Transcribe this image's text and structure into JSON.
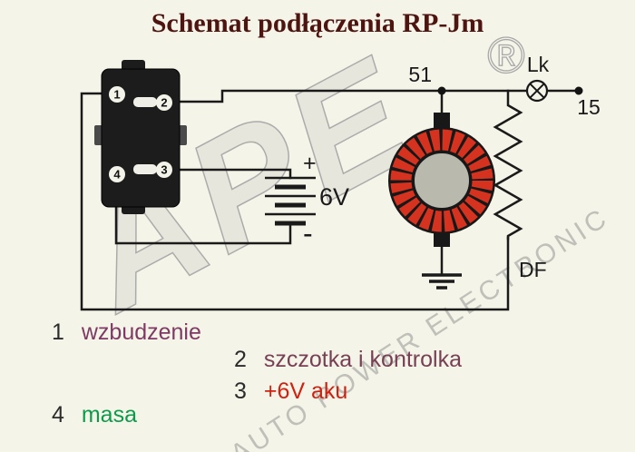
{
  "title": {
    "text": "Schemat podłączenia RP-Jm",
    "color": "#4e1410"
  },
  "watermark": {
    "brand": "APE",
    "registered": "®",
    "tagline": "AUTO POWER ELECTRONIC"
  },
  "schematic": {
    "terminals": {
      "t1": "1",
      "t2": "2",
      "t3": "3",
      "t4": "4"
    },
    "battery": {
      "voltage": "6V",
      "plus": "+",
      "minus": "-"
    },
    "labels": {
      "node51": "51",
      "lamp": "Lk",
      "line15": "15",
      "field": "DF"
    }
  },
  "legend": {
    "num_color": "#2b2b2b",
    "items": [
      {
        "num": "1",
        "label": "wzbudzenie",
        "color": "#7e3a64"
      },
      {
        "num": "2",
        "label": "szczotka i kontrolka",
        "color": "#774055"
      },
      {
        "num": "3",
        "label": "+6V aku",
        "color": "#cf2010"
      },
      {
        "num": "4",
        "label": "masa",
        "color": "#0c9b4a"
      }
    ]
  },
  "colors": {
    "background": "#f5f4e8",
    "wire": "#1a1a1a",
    "coil_winding": "#d5331f"
  }
}
